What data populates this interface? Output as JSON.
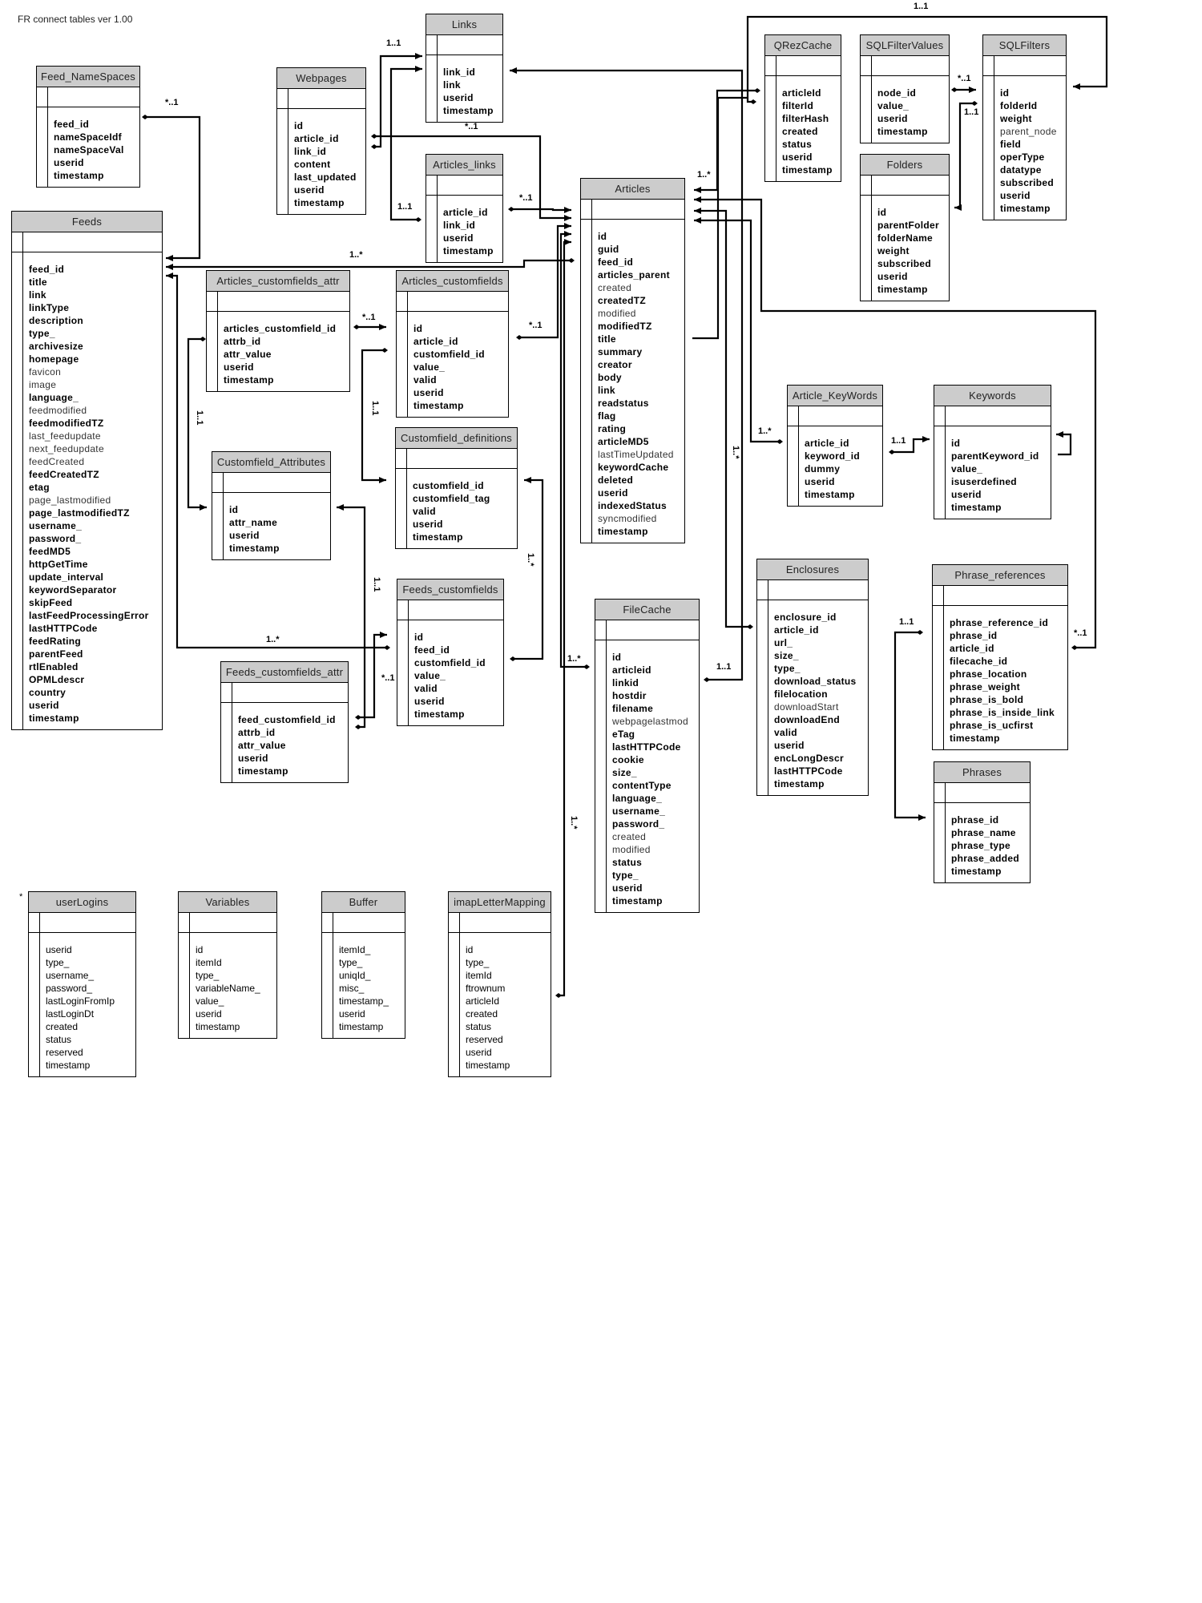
{
  "title": "FR connect tables ver 1.00",
  "tables": [
    {
      "name": "Feed_NameSpaces",
      "fields": [
        "feed_id",
        "nameSpaceIdf",
        "nameSpaceVal",
        "userid",
        "timestamp"
      ],
      "regular_weight_fields": []
    },
    {
      "name": "Feeds",
      "fields": [
        "feed_id",
        "title",
        "link",
        "linkType",
        "description",
        "type_",
        "archivesize",
        "homepage",
        "favicon",
        "image",
        "language_",
        "feedmodified",
        "feedmodifiedTZ",
        "last_feedupdate",
        "next_feedupdate",
        "feedCreated",
        "feedCreatedTZ",
        "etag",
        "page_lastmodified",
        "page_lastmodifiedTZ",
        "username_",
        "password_",
        "feedMD5",
        "httpGetTime",
        "update_interval",
        "keywordSeparator",
        "skipFeed",
        "lastFeedProcessingError",
        "lastHTTPCode",
        "feedRating",
        "parentFeed",
        "rtlEnabled",
        "OPMLdescr",
        "country",
        "userid",
        "timestamp"
      ],
      "regular_weight_fields": [
        "favicon",
        "image",
        "feedmodified",
        "last_feedupdate",
        "next_feedupdate",
        "feedCreated",
        "page_lastmodified"
      ]
    },
    {
      "name": "Webpages",
      "fields": [
        "id",
        "article_id",
        "link_id",
        "content",
        "last_updated",
        "userid",
        "timestamp"
      ],
      "regular_weight_fields": []
    },
    {
      "name": "Links",
      "fields": [
        "link_id",
        "link",
        "userid",
        "timestamp"
      ],
      "regular_weight_fields": []
    },
    {
      "name": "Articles_links",
      "fields": [
        "article_id",
        "link_id",
        "userid",
        "timestamp"
      ],
      "regular_weight_fields": []
    },
    {
      "name": "Articles",
      "fields": [
        "id",
        "guid",
        "feed_id",
        "articles_parent",
        "created",
        "createdTZ",
        "modified",
        "modifiedTZ",
        "title",
        "summary",
        "creator",
        "body",
        "link",
        "readstatus",
        "flag",
        "rating",
        "articleMD5",
        "lastTimeUpdated",
        "keywordCache",
        "deleted",
        "userid",
        "indexedStatus",
        "syncmodified",
        "timestamp"
      ],
      "regular_weight_fields": [
        "created",
        "modified",
        "lastTimeUpdated",
        "syncmodified"
      ]
    },
    {
      "name": "QRezCache",
      "fields": [
        "articleId",
        "filterId",
        "filterHash",
        "created",
        "status",
        "userid",
        "timestamp"
      ],
      "regular_weight_fields": []
    },
    {
      "name": "SQLFilterValues",
      "fields": [
        "node_id",
        "value_",
        "userid",
        "timestamp"
      ],
      "regular_weight_fields": []
    },
    {
      "name": "SQLFilters",
      "fields": [
        "id",
        "folderId",
        "weight",
        "parent_node",
        "field",
        "operType",
        "datatype",
        "subscribed",
        "userid",
        "timestamp"
      ],
      "regular_weight_fields": [
        "parent_node"
      ]
    },
    {
      "name": "Folders",
      "fields": [
        "id",
        "parentFolder",
        "folderName",
        "weight",
        "subscribed",
        "userid",
        "timestamp"
      ],
      "regular_weight_fields": []
    },
    {
      "name": "Articles_customfields_attr",
      "fields": [
        "articles_customfield_id",
        "attrb_id",
        "attr_value",
        "userid",
        "timestamp"
      ],
      "regular_weight_fields": []
    },
    {
      "name": "Articles_customfields",
      "fields": [
        "id",
        "article_id",
        "customfield_id",
        "value_",
        "valid",
        "userid",
        "timestamp"
      ],
      "regular_weight_fields": []
    },
    {
      "name": "Customfield_definitions",
      "fields": [
        "customfield_id",
        "customfield_tag",
        "valid",
        "userid",
        "timestamp"
      ],
      "regular_weight_fields": []
    },
    {
      "name": "Customfield_Attributes",
      "fields": [
        "id",
        "attr_name",
        "userid",
        "timestamp"
      ],
      "regular_weight_fields": []
    },
    {
      "name": "Feeds_customfields",
      "fields": [
        "id",
        "feed_id",
        "customfield_id",
        "value_",
        "valid",
        "userid",
        "timestamp"
      ],
      "regular_weight_fields": []
    },
    {
      "name": "Feeds_customfields_attr",
      "fields": [
        "feed_customfield_id",
        "attrb_id",
        "attr_value",
        "userid",
        "timestamp"
      ],
      "regular_weight_fields": []
    },
    {
      "name": "Article_KeyWords",
      "fields": [
        "article_id",
        "keyword_id",
        "dummy",
        "userid",
        "timestamp"
      ],
      "regular_weight_fields": []
    },
    {
      "name": "Keywords",
      "fields": [
        "id",
        "parentKeyword_id",
        "value_",
        "isuserdefined",
        "userid",
        "timestamp"
      ],
      "regular_weight_fields": []
    },
    {
      "name": "Enclosures",
      "fields": [
        "enclosure_id",
        "article_id",
        "url_",
        "size_",
        "type_",
        "download_status",
        "filelocation",
        "downloadStart",
        "downloadEnd",
        "valid",
        "userid",
        "encLongDescr",
        "lastHTTPCode",
        "timestamp"
      ],
      "regular_weight_fields": [
        "downloadStart"
      ]
    },
    {
      "name": "FileCache",
      "fields": [
        "id",
        "articleid",
        "linkid",
        "hostdir",
        "filename",
        "webpagelastmod",
        "eTag",
        "lastHTTPCode",
        "cookie",
        "size_",
        "contentType",
        "language_",
        "username_",
        "password_",
        "created",
        "modified",
        "status",
        "type_",
        "userid",
        "timestamp"
      ],
      "regular_weight_fields": [
        "webpagelastmod",
        "created",
        "modified"
      ]
    },
    {
      "name": "Phrase_references",
      "fields": [
        "phrase_reference_id",
        "phrase_id",
        "article_id",
        "filecache_id",
        "phrase_location",
        "phrase_weight",
        "phrase_is_bold",
        "phrase_is_inside_link",
        "phrase_is_ucfirst",
        "timestamp"
      ],
      "regular_weight_fields": []
    },
    {
      "name": "Phrases",
      "fields": [
        "phrase_id",
        "phrase_name",
        "phrase_type",
        "phrase_added",
        "timestamp"
      ],
      "regular_weight_fields": []
    },
    {
      "name": "userLogins",
      "fields": [
        "userid",
        "type_",
        "username_",
        "password_",
        "lastLoginFromIp",
        "lastLoginDt",
        "created",
        "status",
        "reserved",
        "timestamp"
      ],
      "regular_weight_fields": []
    },
    {
      "name": "Variables",
      "fields": [
        "id",
        "itemId",
        "type_",
        "variableName_",
        "value_",
        "userid",
        "timestamp"
      ],
      "regular_weight_fields": []
    },
    {
      "name": "Buffer",
      "fields": [
        "itemId_",
        "type_",
        "uniqId_",
        "misc_",
        "timestamp_",
        "userid",
        "timestamp"
      ],
      "regular_weight_fields": []
    },
    {
      "name": "imapLetterMapping",
      "fields": [
        "id",
        "type_",
        "itemId",
        "ftrownum",
        "articleId",
        "created",
        "status",
        "reserved",
        "userid",
        "timestamp"
      ],
      "regular_weight_fields": []
    }
  ],
  "labels": [
    "*..1",
    "1..*",
    "1..*",
    "*..1",
    "1..1",
    "1..1",
    "*..1",
    "1..1",
    "1..*",
    "*..1",
    "1..1",
    "*..1",
    "*..1",
    "1..1",
    "1..1",
    "1..*",
    "1..1",
    "*..1",
    "1..*",
    "1..*",
    "1..*",
    "1..1",
    "1..1",
    "1..1",
    "*..1",
    "1..*",
    "*"
  ]
}
